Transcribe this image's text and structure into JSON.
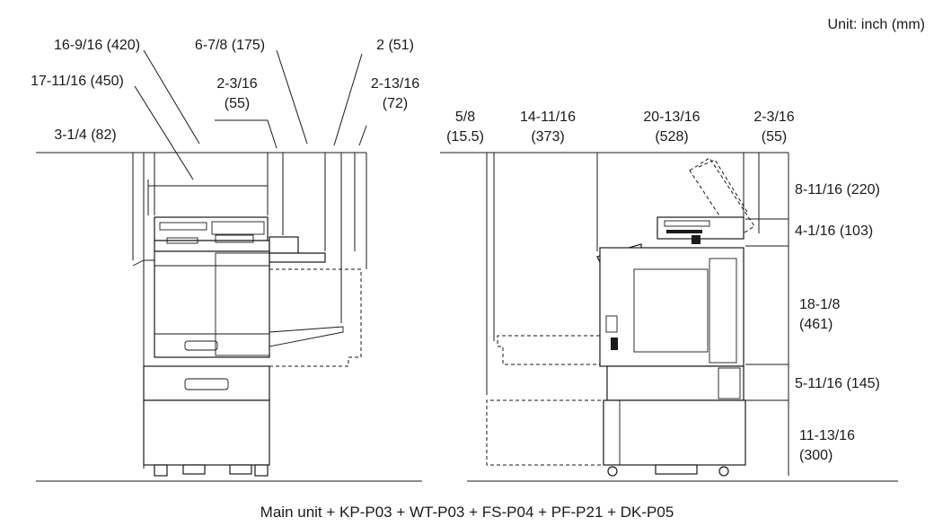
{
  "unit_note": "Unit: inch (mm)",
  "caption": "Main unit + KP-P03 + WT-P03 + FS-P04 + PF-P21 + DK-P05",
  "front_view": {
    "labels": {
      "width_overall": "16-9/16 (420)",
      "width_body": "17-11/16 (450)",
      "left_tray": "3-1/4 (82)",
      "finisher_depth": "6-7/8 (175)",
      "finisher_gap": "2-3/16",
      "finisher_gap_mm": "(55)",
      "tray_extent": "2 (51)",
      "tray_right": "2-13/16",
      "tray_right_mm": "(72)"
    }
  },
  "side_view": {
    "labels": {
      "front_offset": "5/8",
      "front_offset_mm": "(15.5)",
      "depth_a": "14-11/16",
      "depth_a_mm": "(373)",
      "depth_b": "20-13/16",
      "depth_b_mm": "(528)",
      "rear": "2-3/16",
      "rear_mm": "(55)",
      "adf_open": "8-11/16 (220)",
      "adf_height": "4-1/16 (103)",
      "body_height": "18-1/8",
      "body_height_mm": "(461)",
      "tray_height": "5-11/16 (145)",
      "desk_height": "11-13/16",
      "desk_height_mm": "(300)"
    }
  }
}
